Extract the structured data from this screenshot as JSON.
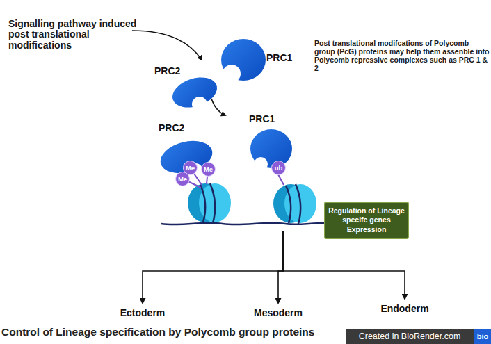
{
  "diagram": {
    "caption": "Control of Lineage specification by Polycomb group proteins",
    "nodes": [
      {
        "text": [
          "PRC2"
        ]
      },
      {
        "text": [
          "PRC1"
        ]
      },
      {
        "text": [
          "PRC2"
        ]
      },
      {
        "text": [
          "Me"
        ],
        "in": 2
      },
      {
        "text": [
          "Me"
        ],
        "in": 2
      },
      {
        "text": [
          "Me"
        ],
        "in": 2
      },
      {
        "text": [
          "PRC1"
        ]
      },
      {
        "text": [
          "ub"
        ],
        "in": 6
      },
      {
        "text": [
          "Regulation of Lineage specifc genes Expression"
        ]
      },
      {
        "text": [
          "Ectoderm"
        ]
      },
      {
        "text": [
          "Mesoderm"
        ]
      },
      {
        "text": [
          "Endoderm"
        ]
      }
    ],
    "edges": [
      {
        "from": 6,
        "to": 9,
        "arrow": "to"
      },
      {
        "from": 6,
        "to": 10,
        "arrow": "to"
      },
      {
        "from": 6,
        "to": 11,
        "arrow": "to"
      }
    ],
    "labels": [
      "Signalling pathway induced post translational modifications",
      "Post translational modifcations of Polycomb group (PcG) proteins may help them assenble into Polycomb repressive complexes such as PRC 1 & 2",
      "Created in BioRender.com",
      "bio"
    ]
  }
}
